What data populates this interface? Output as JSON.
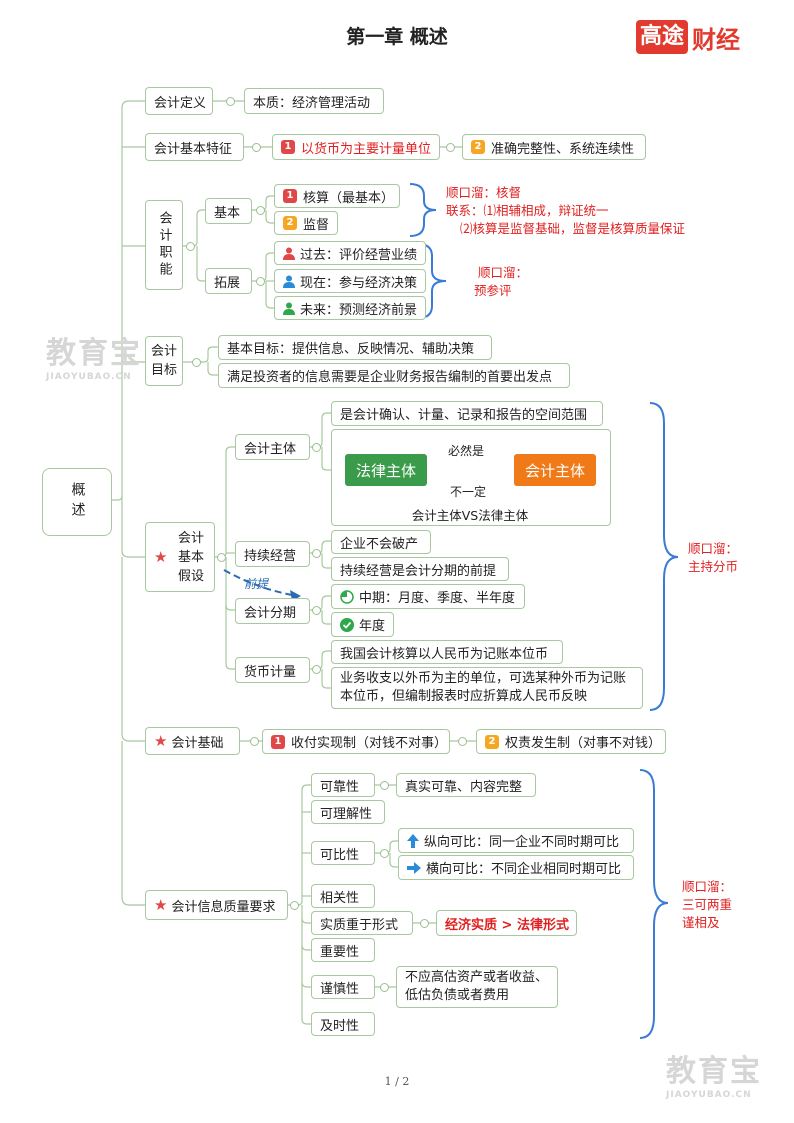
{
  "title": "第一章 概述",
  "logo": {
    "box": "高途",
    "text": "财经"
  },
  "watermark": {
    "big": "教育宝",
    "small": "JIAOYUBAO.CN"
  },
  "page_number": "1 / 2",
  "root": "概述",
  "definition": {
    "label": "会计定义",
    "essence": "本质：经济管理活动"
  },
  "features": {
    "label": "会计基本特征",
    "item1": "以货币为主要计量单位",
    "item2": "准确完整性、系统连续性",
    "n1": "1",
    "n2": "2"
  },
  "functions": {
    "label": "会计职能",
    "basic": {
      "label": "基本",
      "item1": "核算（最基本）",
      "item2": "监督",
      "n1": "1",
      "n2": "2"
    },
    "expand": {
      "label": "拓展",
      "past": "过去：评价经营业绩",
      "present": "现在：参与经济决策",
      "future": "未来：预测经济前景"
    },
    "note_basic": [
      "顺口溜：核督",
      "联系：⑴相辅相成，辩证统一",
      "⑵核算是监督基础，监督是核算质量保证"
    ],
    "note_expand": [
      "顺口溜：",
      "预参评"
    ]
  },
  "objectives": {
    "label": "会计目标",
    "item1": "基本目标：提供信息、反映情况、辅助决策",
    "item2": "满足投资者的信息需要是企业财务报告编制的首要出发点"
  },
  "assumptions": {
    "label": "会计基本假设",
    "entity": {
      "label": "会计主体",
      "desc": "是会计确认、计量、记录和报告的空间范围",
      "legal": "法律主体",
      "acc": "会计主体",
      "must": "必然是",
      "not": "不一定",
      "caption": "会计主体VS法律主体"
    },
    "going": {
      "label": "持续经营",
      "item1": "企业不会破产",
      "item2": "持续经营是会计分期的前提",
      "premise": "前提"
    },
    "period": {
      "label": "会计分期",
      "item1": "中期：月度、季度、半年度",
      "item2": "年度"
    },
    "currency": {
      "label": "货币计量",
      "item1": "我国会计核算以人民币为记账本位币",
      "item2": "业务收支以外币为主的单位，可选某种外币为记账本位币，但编制报表时应折算成人民币反映"
    },
    "note": [
      "顺口溜：",
      "主持分币"
    ]
  },
  "basis": {
    "label": "会计基础",
    "item1": "收付实现制（对钱不对事）",
    "item2": "权责发生制（对事不对钱）",
    "n1": "1",
    "n2": "2"
  },
  "quality": {
    "label": "会计信息质量要求",
    "reliable": {
      "label": "可靠性",
      "desc": "真实可靠、内容完整"
    },
    "understandable": "可理解性",
    "comparable": {
      "label": "可比性",
      "vertical": "纵向可比：同一企业不同时期可比",
      "horizontal": "横向可比：不同企业相同时期可比"
    },
    "relevance": "相关性",
    "substance": {
      "label": "实质重于形式",
      "desc": "经济实质 > 法律形式"
    },
    "importance": "重要性",
    "prudence": {
      "label": "谨慎性",
      "desc": "不应高估资产或者收益、低估负债或者费用"
    },
    "timeliness": "及时性",
    "note": [
      "顺口溜：",
      "三可两重",
      "谨相及"
    ]
  },
  "colors": {
    "accent_red": "#e02020",
    "brand": "#e23a2e",
    "green": "#3a9c4a",
    "orange": "#f07a18",
    "blue_line": "#2b6cb0"
  }
}
